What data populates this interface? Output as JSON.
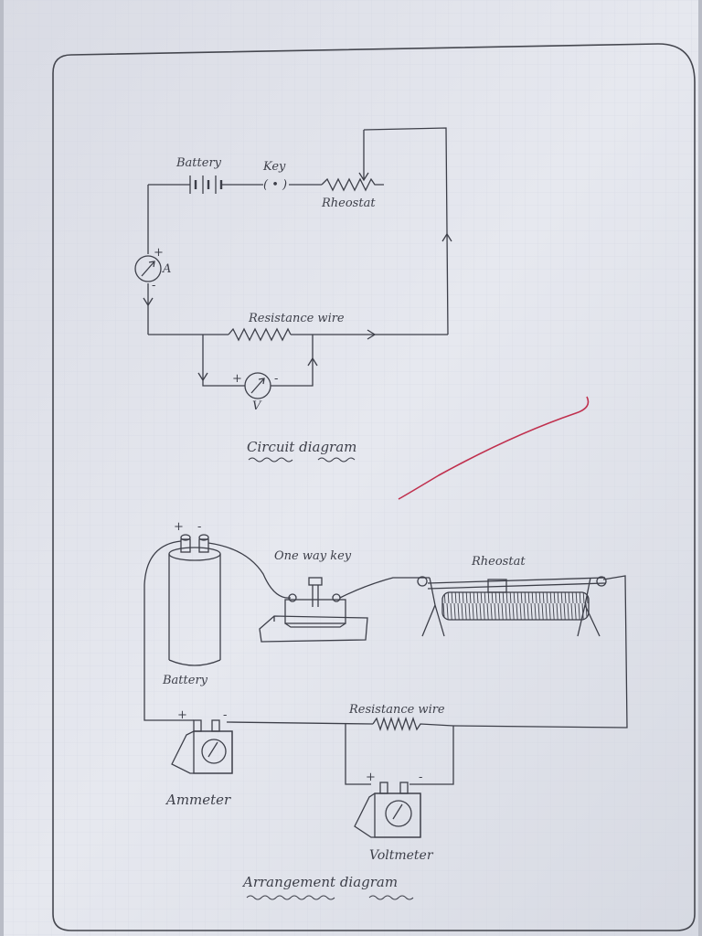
{
  "circuit": {
    "labels": {
      "battery": "Battery",
      "key": "Key",
      "key_symbol": "( • )",
      "rheostat": "Rheostat",
      "ammeter": "A",
      "voltmeter": "V",
      "resistance_wire": "Resistance wire",
      "plus": "+",
      "minus": "-"
    },
    "caption": "Circuit diagram"
  },
  "arrangement": {
    "labels": {
      "battery": "Battery",
      "one_way_key": "One way key",
      "rheostat": "Rheostat",
      "resistance_wire": "Resistance wire",
      "ammeter": "Ammeter",
      "voltmeter": "Voltmeter",
      "plus": "+",
      "minus": "-"
    },
    "caption": "Arrangement diagram"
  },
  "colors": {
    "ink": "#3d3f49",
    "margin_red": "#c0304e",
    "paper": "#e4e6ee",
    "rule": "#cfd3de"
  }
}
